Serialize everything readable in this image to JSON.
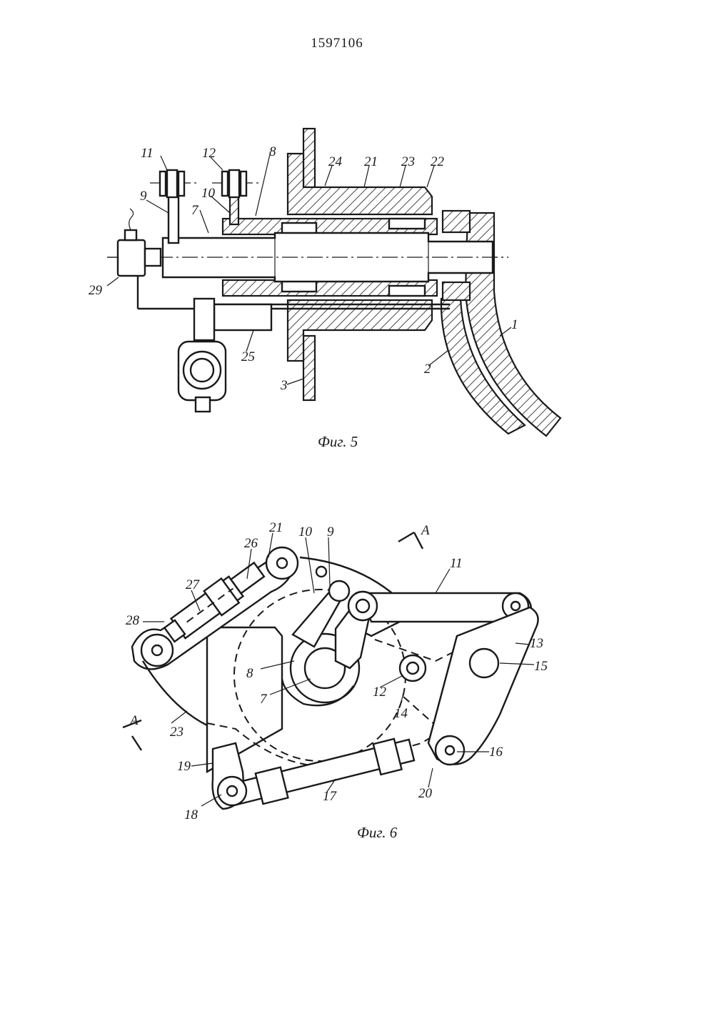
{
  "document_number": "1597106",
  "figures": [
    {
      "caption": "Фиг. 5",
      "labels": [
        "11",
        "12",
        "8",
        "24",
        "21",
        "23",
        "22",
        "9",
        "10",
        "7",
        "29",
        "25",
        "3",
        "2",
        "1"
      ]
    },
    {
      "caption": "Фиг. 6",
      "labels": [
        "21",
        "10",
        "9",
        "А",
        "26",
        "11",
        "27",
        "28",
        "13",
        "15",
        "8",
        "7",
        "12",
        "14",
        "А",
        "23",
        "16",
        "19",
        "20",
        "17",
        "18"
      ]
    }
  ]
}
